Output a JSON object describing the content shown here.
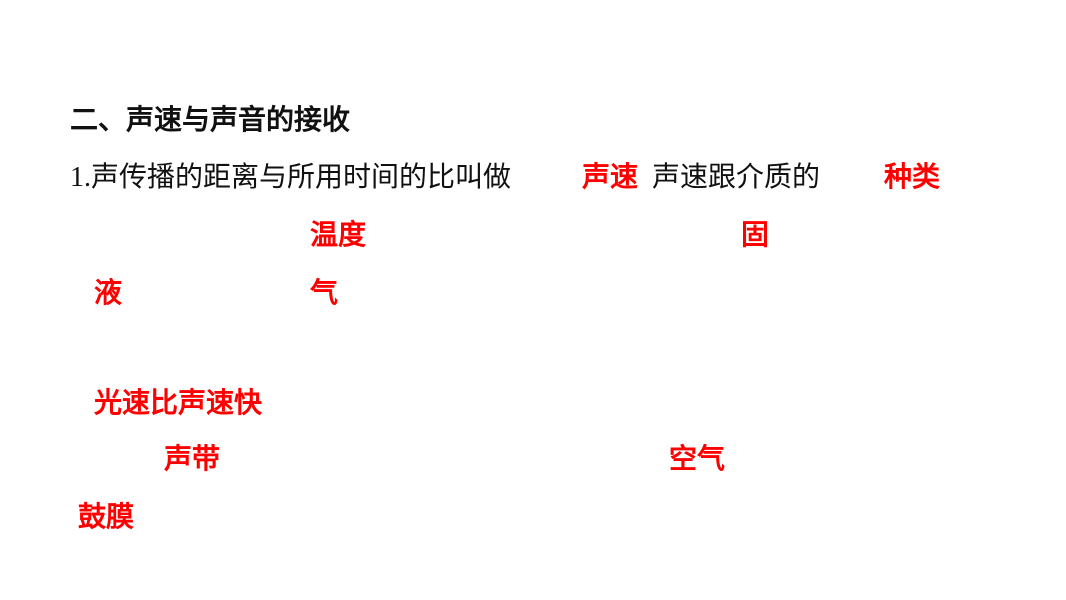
{
  "slide": {
    "heading": "二、声速与声音的接收",
    "q1": {
      "number": "1.",
      "text_a": "声传播的距离与所用时间的比叫做",
      "text_b": "声速跟介质的"
    },
    "answers": {
      "a1": "声速",
      "a2": "种类",
      "a3": "温度",
      "a4": "固",
      "a5": "液",
      "a6": "气",
      "a7": "光速比声速快",
      "a8": "声带",
      "a9": "空气",
      "a10": "鼓膜"
    },
    "colors": {
      "answer": "#ff0000",
      "text": "#111111"
    }
  }
}
